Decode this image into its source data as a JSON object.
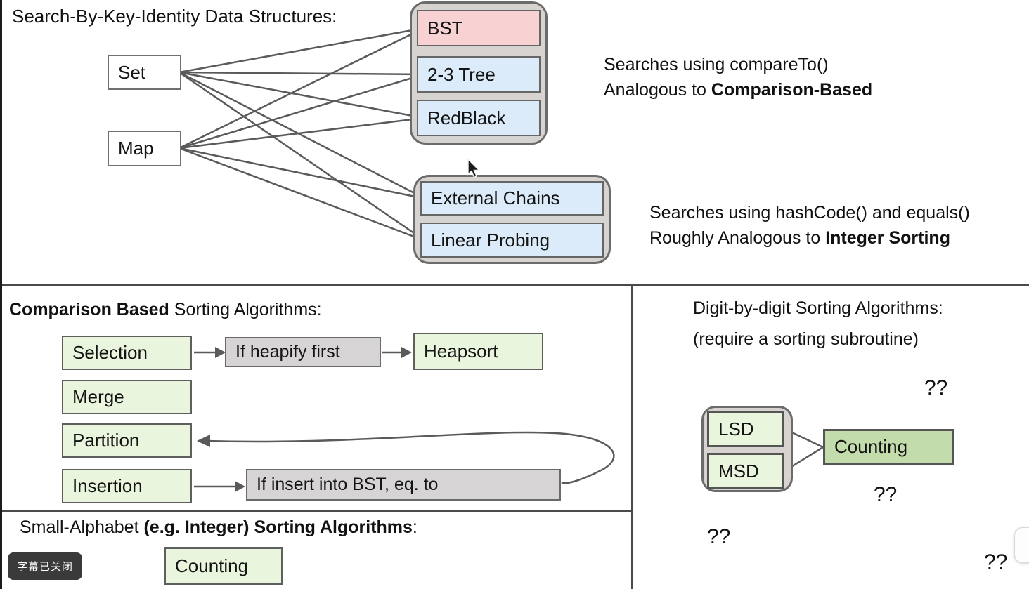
{
  "search_section": {
    "title": "Search-By-Key-Identity Data Structures:",
    "set_label": "Set",
    "map_label": "Map",
    "tree_group": [
      "BST",
      "2-3 Tree",
      "RedBlack"
    ],
    "hash_group": [
      "External Chains",
      "Linear Probing"
    ],
    "note_tree": {
      "line1": "Searches using compareTo()",
      "line2_prefix": "Analogous to ",
      "line2_bold": "Comparison-Based"
    },
    "note_hash": {
      "line1": "Searches using hashCode() and equals()",
      "line2_prefix": "Roughly Analogous to ",
      "line2_bold": "Integer Sorting"
    }
  },
  "comparison_section": {
    "heading_bold": "Comparison Based",
    "heading_rest": " Sorting Algorithms:",
    "boxes": [
      "Selection",
      "Merge",
      "Partition",
      "Insertion"
    ],
    "heapify_label": "If heapify first",
    "heapsort_label": "Heapsort",
    "bst_note_label": "If insert into BST, eq. to"
  },
  "small_alphabet_section": {
    "heading_prefix": "Small-Alphabet ",
    "heading_bold": "(e.g. Integer) Sorting Algorithms",
    "heading_suffix": ":",
    "counting_label": "Counting"
  },
  "digit_section": {
    "heading": "Digit-by-digit Sorting Algorithms:",
    "subheading": "(require a sorting subroutine)",
    "lsd_label": "LSD",
    "msd_label": "MSD",
    "counting_label": "Counting",
    "question_marks": [
      "??",
      "??",
      "??",
      "??"
    ]
  },
  "overlay": {
    "subtitle_badge": "字幕已关闭"
  },
  "colors": {
    "bst_pink": "#f8d2d2",
    "tree_blue": "#dcebf9",
    "algo_light_green": "#eaf5dd",
    "counting_green": "#c2dcab",
    "note_gray": "#d6d4d4",
    "group_gray": "#d7d3d1",
    "wire_gray": "#5a5a5a",
    "badge_bg": "#3a3a3a"
  }
}
